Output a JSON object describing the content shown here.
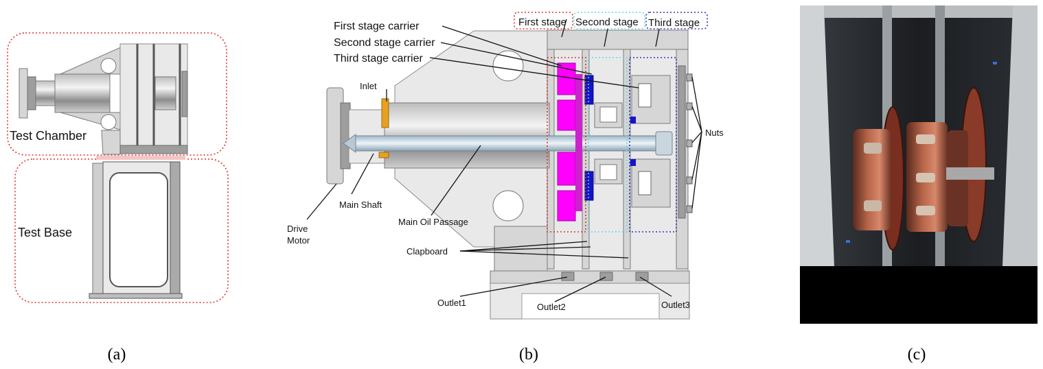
{
  "panel_a": {
    "test_chamber_label": "Test Chamber",
    "test_base_label": "Test Base",
    "caption": "(a)"
  },
  "panel_b": {
    "stage_labels": {
      "first": "First stage",
      "second": "Second stage",
      "third": "Third stage"
    },
    "carrier_labels": {
      "first": "First stage carrier",
      "second": "Second stage carrier",
      "third": "Third stage carrier"
    },
    "inlet_label": "Inlet",
    "main_shaft_label": "Main Shaft",
    "drive_motor_label": [
      "Drive",
      "Motor"
    ],
    "main_oil_passage_label": "Main Oil Passage",
    "clapboard_label": "Clapboard",
    "nuts_label": "Nuts",
    "outlet_labels": [
      "Outlet1",
      "Outlet2",
      "Outlet3"
    ],
    "caption": "(b)"
  },
  "panel_c": {
    "caption": "(c)"
  },
  "colors": {
    "first_stage": "#e0302a",
    "second_stage": "#5fd7dc",
    "third_stage": "#2b32b8",
    "first_stage_gear": "#ff00ff",
    "second_stage_gear": "#1414c8",
    "inlet": "#e8a020",
    "test_label_text": "#1a1a4a"
  }
}
